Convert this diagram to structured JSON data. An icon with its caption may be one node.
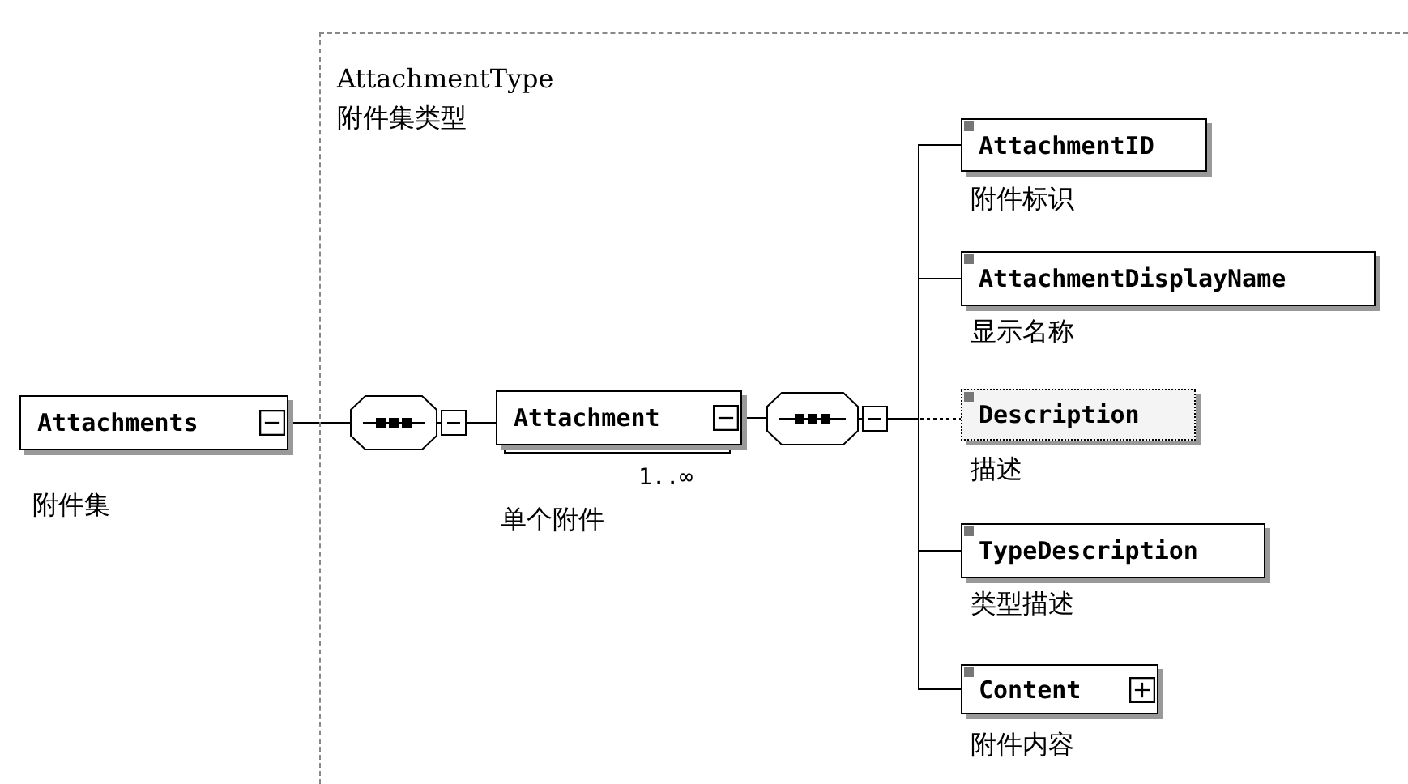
{
  "diagram": {
    "nodes": [
      {
        "text": [
          "AttachmentType",
          "附件集类型"
        ]
      },
      {
        "text": [
          "Attachments"
        ],
        "beside": [
          "附件集"
        ]
      },
      {
        "text": [],
        "shape": "octagon",
        "in": 0
      },
      {
        "text": [
          "Attachment"
        ],
        "beside": [
          "1..∞",
          "单个附件"
        ],
        "in": 0
      },
      {
        "text": [],
        "shape": "octagon",
        "in": 0
      },
      {
        "text": [
          "AttachmentID"
        ],
        "beside": [
          "附件标识"
        ],
        "in": 0
      },
      {
        "text": [
          "AttachmentDisplayName"
        ],
        "beside": [
          "显示名称"
        ],
        "in": 0
      },
      {
        "text": [
          "Description"
        ],
        "beside": [
          "描述"
        ],
        "in": 0
      },
      {
        "text": [
          "TypeDescription"
        ],
        "beside": [
          "类型描述"
        ],
        "in": 0
      },
      {
        "text": [
          "Content"
        ],
        "beside": [
          "附件内容"
        ],
        "in": 0
      }
    ],
    "edges": [
      {
        "from": 1,
        "to": 2,
        "arrow": "none"
      },
      {
        "from": 2,
        "to": 3,
        "arrow": "none"
      },
      {
        "from": 3,
        "to": 4,
        "arrow": "none"
      },
      {
        "from": 4,
        "to": 5,
        "arrow": "none"
      },
      {
        "from": 4,
        "to": 6,
        "arrow": "none"
      },
      {
        "from": 4,
        "to": 7,
        "arrow": "none",
        "style": "dashed"
      },
      {
        "from": 4,
        "to": 8,
        "arrow": "none"
      },
      {
        "from": 4,
        "to": 9,
        "arrow": "none"
      }
    ]
  }
}
